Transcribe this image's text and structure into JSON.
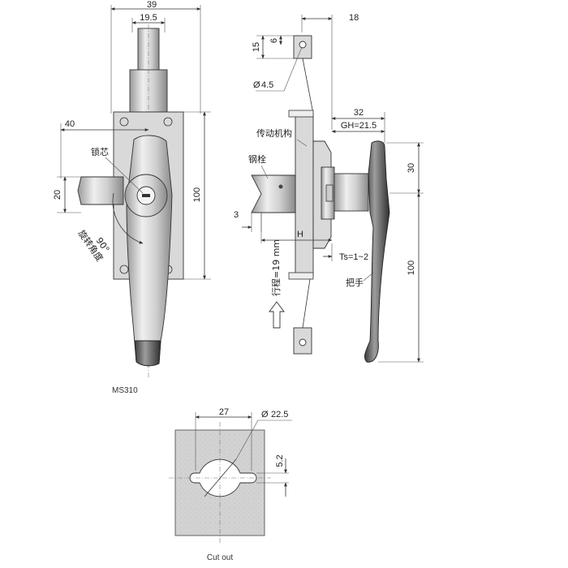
{
  "front_view": {
    "dims": {
      "overall_width": "39",
      "shaft_width": "19.5",
      "offset": "40",
      "height_20": "20",
      "height_100": "100"
    },
    "labels": {
      "lock_core": "锁芯",
      "rotation_angle": "旋转角度",
      "angle_value": "90°"
    },
    "model": "MS310"
  },
  "side_view": {
    "dims": {
      "top_offset": "18",
      "slot_15": "15",
      "slot_6": "6",
      "hole_diameter": "4.5",
      "depth_32": "32",
      "gh": "GH=21.5",
      "handle_30": "30",
      "bolt_3": "3",
      "h": "H",
      "ts": "Ts=1~2",
      "handle_100": "100"
    },
    "labels": {
      "mechanism": "传动机构",
      "bolt": "钢栓",
      "handle": "把手",
      "travel": "行程=19 mm"
    }
  },
  "cutout": {
    "dims": {
      "width": "27",
      "diameter": "22.5",
      "slot": "5.2"
    },
    "caption": "Cut out"
  }
}
